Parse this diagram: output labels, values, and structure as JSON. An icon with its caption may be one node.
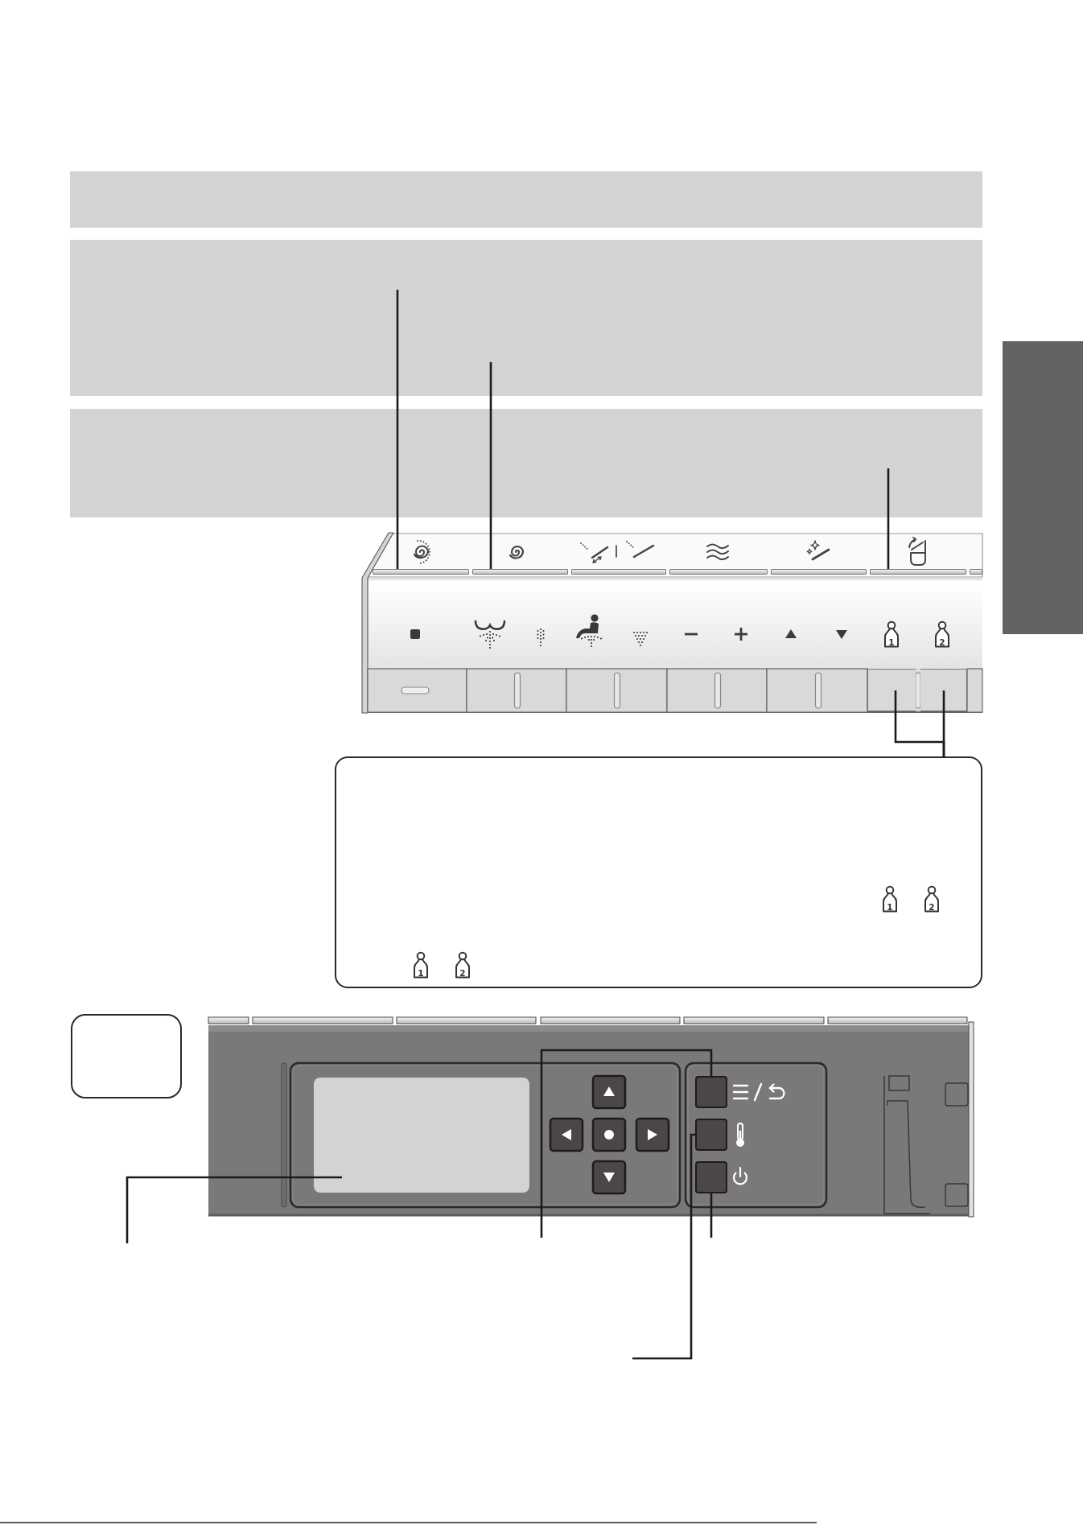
{
  "diagram": {
    "nodes": [
      {
        "text": [],
        "shape": "box"
      },
      {
        "text": [],
        "shape": "box"
      },
      {
        "text": [],
        "shape": "box"
      },
      {
        "text": [],
        "shape": "box"
      },
      {
        "text": [],
        "shape": "bar"
      },
      {
        "text": [],
        "shape": "bar"
      },
      {
        "text": [],
        "shape": "bar"
      },
      {
        "text": [],
        "shape": "bar"
      },
      {
        "text": [],
        "shape": "bar"
      },
      {
        "text": [],
        "shape": "bar"
      },
      {
        "text": [],
        "shape": "bar"
      },
      {
        "text": [],
        "shape": "box"
      },
      {
        "text": [],
        "shape": "box"
      },
      {
        "text": [],
        "shape": "box"
      },
      {
        "text": [],
        "shape": "box"
      },
      {
        "text": [],
        "shape": "box"
      },
      {
        "text": [],
        "shape": "box"
      },
      {
        "text": [],
        "shape": "box"
      },
      {
        "text": [],
        "shape": "box"
      }
    ],
    "edges": [
      {
        "from": 1,
        "to": 4,
        "arrow": "none"
      },
      {
        "from": 1,
        "to": 5,
        "arrow": "none"
      },
      {
        "from": 2,
        "to": 9,
        "arrow": "none"
      },
      {
        "from": 13,
        "to": 11,
        "arrow": "none"
      },
      {
        "from": 13,
        "to": 12,
        "arrow": "none"
      },
      {
        "from": null,
        "to": 15,
        "arrow": "none"
      },
      {
        "from": null,
        "to": 16,
        "arrow": "none"
      },
      {
        "from": null,
        "to": 17,
        "arrow": "none"
      },
      {
        "from": null,
        "to": 18,
        "arrow": "none"
      }
    ],
    "labels": [
      "1",
      "2",
      "1",
      "2",
      "1",
      "2"
    ]
  }
}
